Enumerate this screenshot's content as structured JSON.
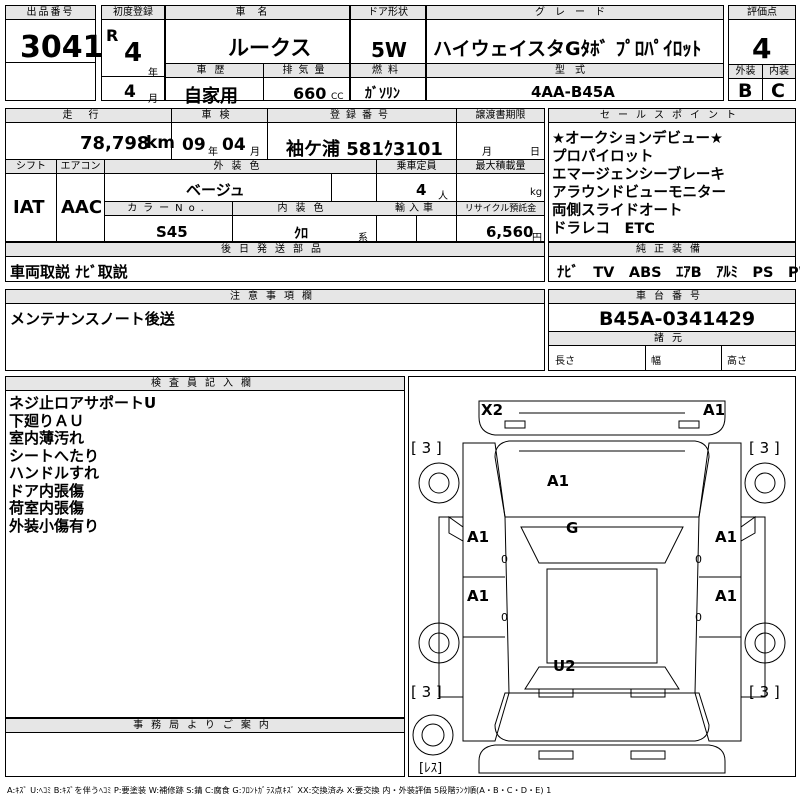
{
  "header": {
    "lot_label": "出品番号",
    "lot": "3041",
    "first_reg_label": "初度登録",
    "era": "R",
    "year": "4",
    "year_unit": "年",
    "month": "4",
    "month_unit": "月",
    "car_name_label": "車名",
    "car_name": "ルークス",
    "history_label": "車歴",
    "history": "自家用",
    "displacement_label": "排気量",
    "displacement": "660",
    "cc": "CC",
    "door_label": "ドア形状",
    "door": "5W",
    "fuel_label": "燃料",
    "fuel": "ｶﾞｿﾘﾝ",
    "grade_label": "グレード",
    "grade": "ハイウェイスタGﾀﾎﾞ ﾌﾟﾛﾊﾟｲﾛｯﾄ",
    "model_label": "型式",
    "model": "4AA-B45A",
    "score_label": "評価点",
    "score": "4",
    "ext_label": "外装",
    "ext": "B",
    "int_label": "内装",
    "int": "C"
  },
  "row2": {
    "mileage_label": "走行",
    "mileage": "78,798",
    "km": "km",
    "inspection_label": "車検",
    "insp_y": "09",
    "insp_y_unit": "年",
    "insp_m": "04",
    "insp_m_unit": "月",
    "plate_label": "登録番号",
    "plate": "袖ケ浦 581ｸ3101",
    "transfer_label": "譲渡書期限",
    "transfer_m": "月",
    "transfer_d": "日",
    "shift_label": "シフト",
    "shift": "IAT",
    "ac_label": "エアコン",
    "ac": "AAC",
    "color_label": "外装色",
    "color": "ベージュ",
    "capacity_label": "乗車定員",
    "capacity": "4",
    "capacity_unit": "人",
    "load_label": "最大積載量",
    "load_unit": "kg",
    "color_no_label": "カラーNo.",
    "color_no": "S45",
    "interior_color_label": "内装色",
    "interior_color": "ｸﾛ",
    "interior_suffix": "系",
    "import_label": "輸入車",
    "recycle_label": "リサイクル預託金",
    "recycle": "6,560",
    "recycle_unit": "円"
  },
  "selling_points": {
    "label": "セールスポイント",
    "items": [
      "★オークションデビュー★",
      "プロパイロット",
      "エマージェンシーブレーキ",
      "アラウンドビューモニター",
      "両側スライドオート",
      "ドラレコ　ETC"
    ]
  },
  "later_parts": {
    "label": "後日発送部品",
    "text": "車両取説 ﾅﾋﾞ取説"
  },
  "equipment": {
    "label": "純正装備",
    "text": "ﾅﾋﾞ　TV　ABS　ｴｱB　ｱﾙﾐ　PS　PW"
  },
  "notes": {
    "label": "注意事項欄",
    "text": "メンテナンスノート後送"
  },
  "chassis": {
    "label": "車台番号",
    "value": "B45A-0341429",
    "spec_label": "諸元",
    "length": "長さ",
    "width": "幅",
    "height": "高さ"
  },
  "inspector": {
    "label": "検査員記入欄",
    "items": [
      "ネジ止ロアサポートU",
      "下廻りＡＵ",
      "室内薄汚れ",
      "シートへたり",
      "ハンドルすれ",
      "ドア内張傷",
      "荷室内張傷",
      "外装小傷有り"
    ]
  },
  "office": {
    "label": "事務局よりご案内"
  },
  "diagram": {
    "x2": "X2",
    "a1_front_right": "A1",
    "a1_hood": "A1",
    "g": "G",
    "a1_fl": "A1",
    "a1_fr": "A1",
    "a1_rl": "A1",
    "a1_rr": "A1",
    "u2": "U2",
    "tire1": "[ 3 ]",
    "tire2": "[ 3 ]",
    "tire3": "[ 3 ]",
    "tire4": "[ 3 ]",
    "spare": "[ﾚｽ]",
    "z1": "0",
    "z2": "0",
    "z3": "0",
    "z4": "0"
  },
  "legend": "A:ｷｽﾞ U:ﾍｺﾐ B:ｷｽﾞを伴うﾍｺﾐ P:要塗装 W:補修跡 S:錆 C:腐食 G:ﾌﾛﾝﾄｶﾞﾗｽ点ｷｽﾞ XX:交換済み X:要交換 内・外装評価 5段階ﾗﾝｸ順(A・B・C・D・E) 1"
}
